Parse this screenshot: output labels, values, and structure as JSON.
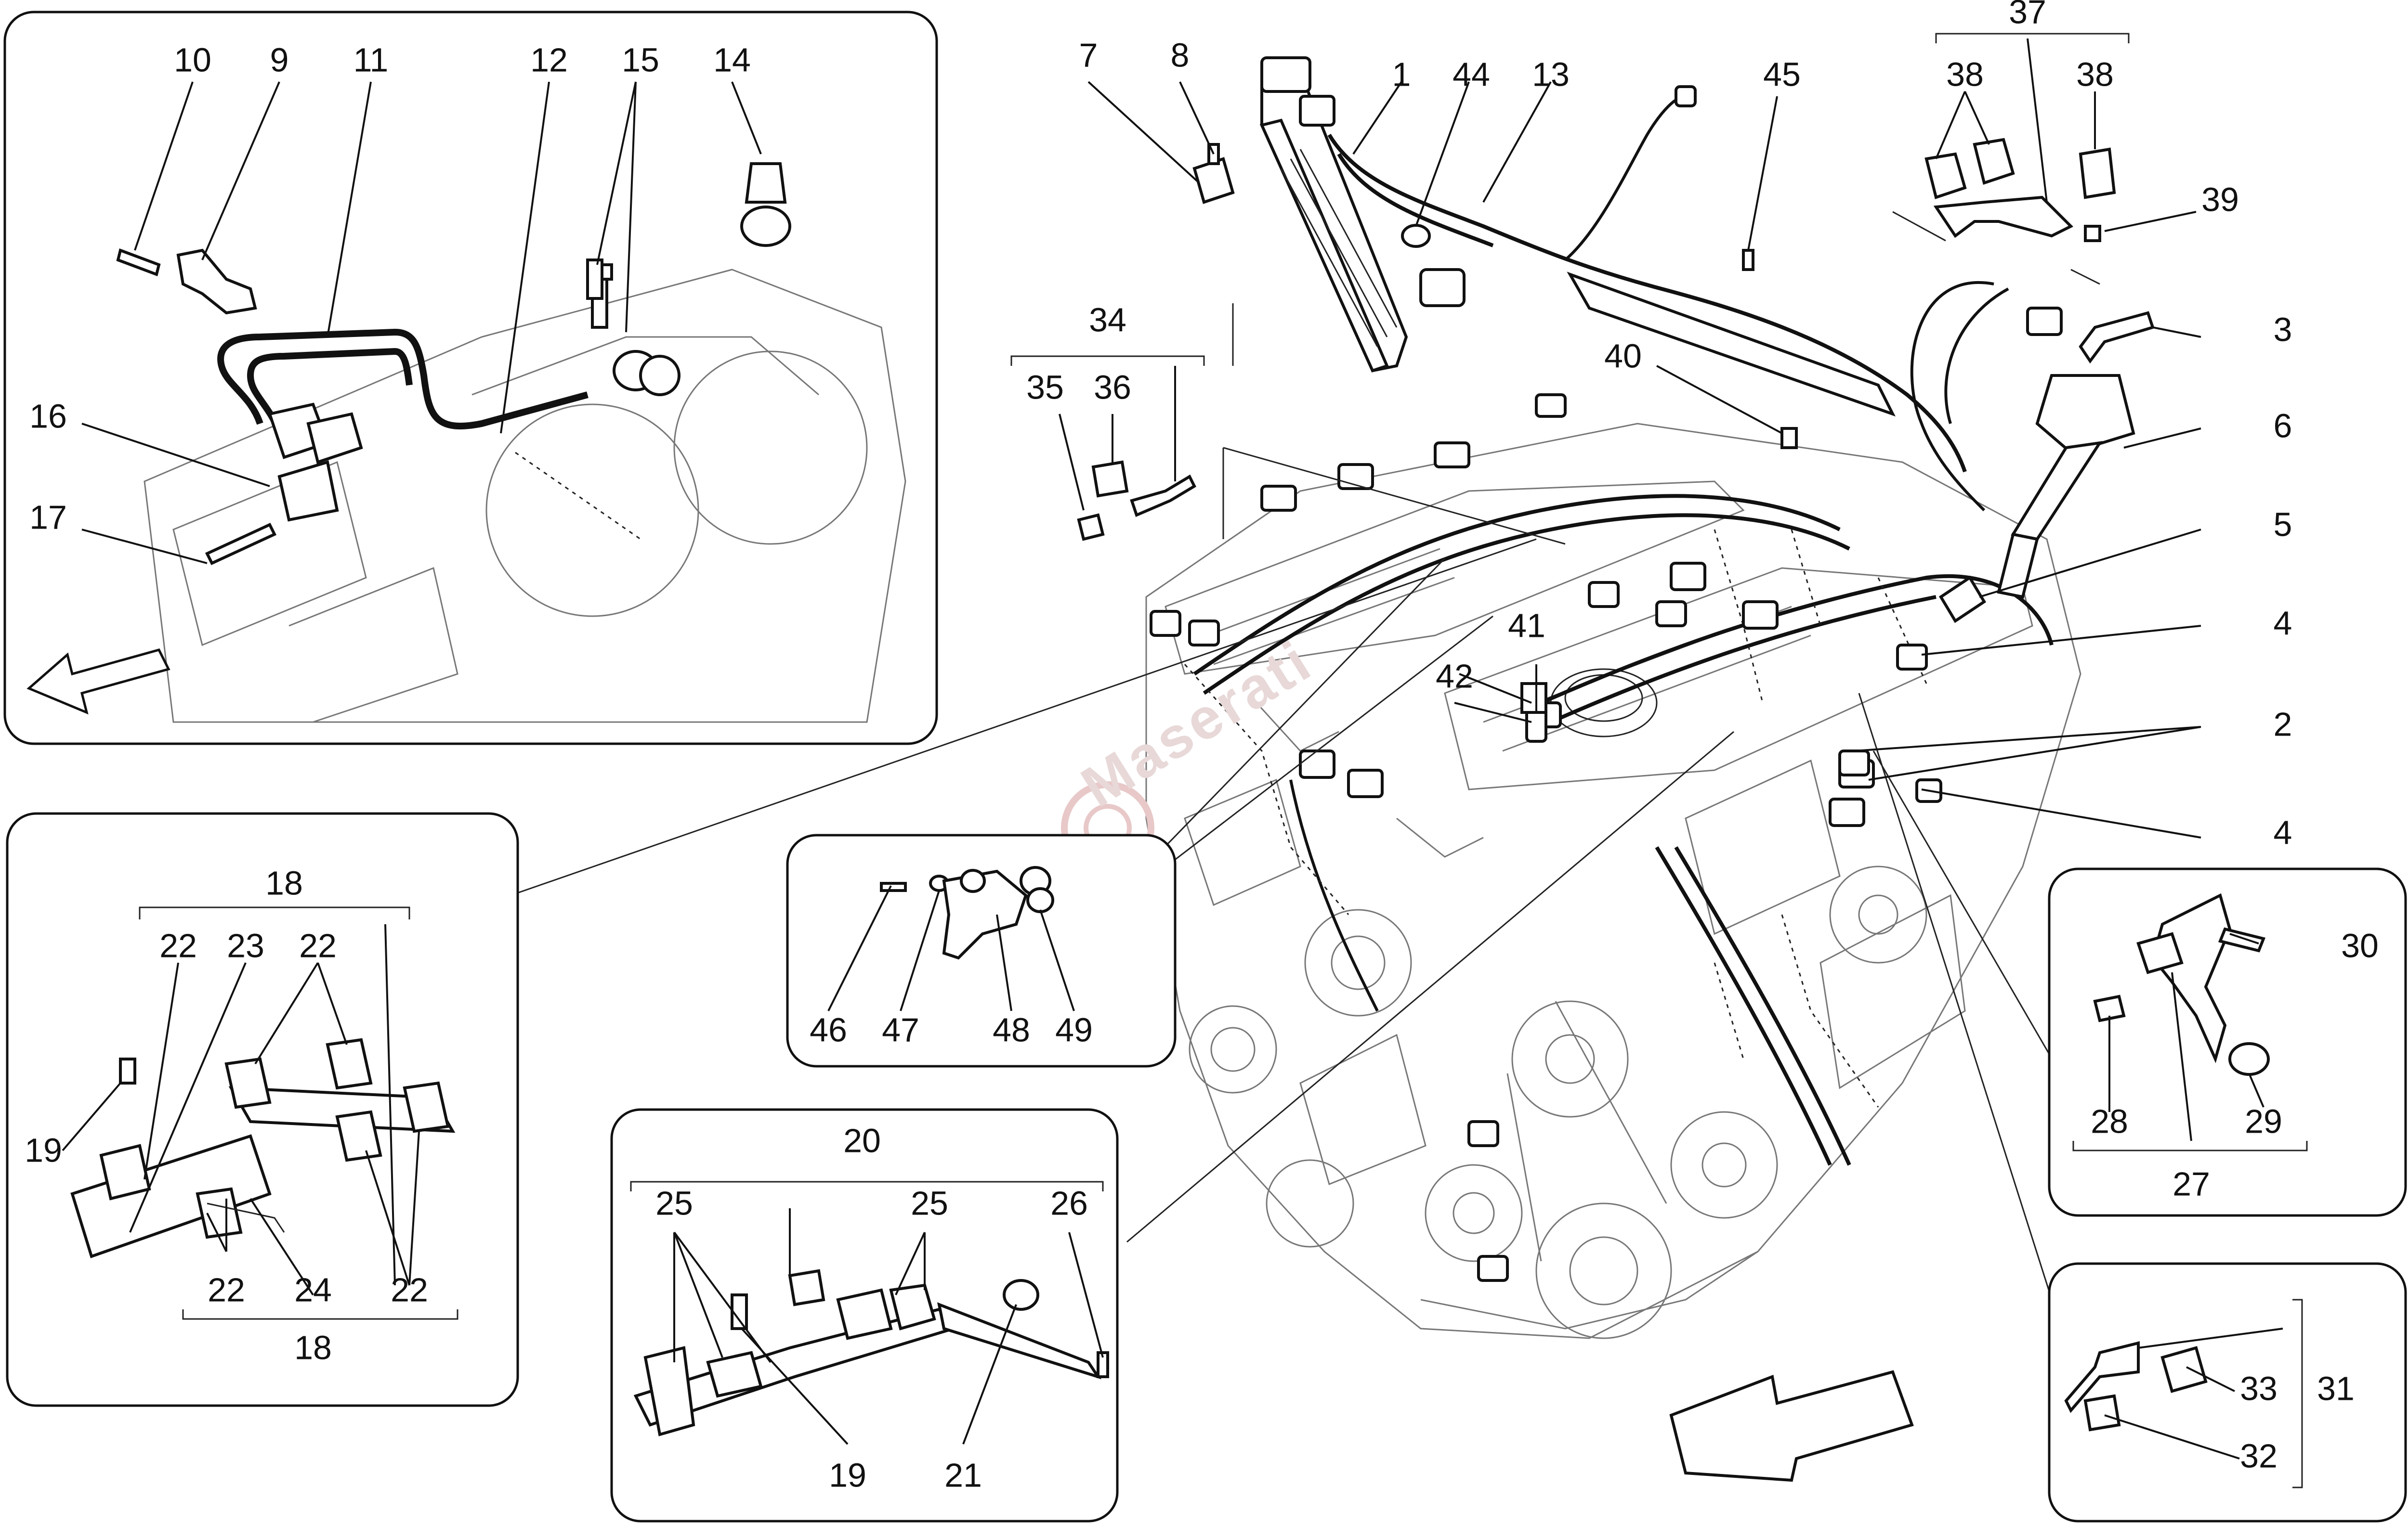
{
  "watermark": "Maserati",
  "callouts": {
    "c1": "1",
    "c2": "2",
    "c3": "3",
    "c4": "4",
    "c5": "5",
    "c6": "6",
    "c7": "7",
    "c8": "8",
    "c9": "9",
    "c10": "10",
    "c11": "11",
    "c12": "12",
    "c13": "13",
    "c14": "14",
    "c15": "15",
    "c16": "16",
    "c17": "17",
    "c18": "18",
    "c19": "19",
    "c20": "20",
    "c21": "21",
    "c22": "22",
    "c23": "23",
    "c24": "24",
    "c25": "25",
    "c26": "26",
    "c27": "27",
    "c28": "28",
    "c29": "29",
    "c30": "30",
    "c31": "31",
    "c32": "32",
    "c33": "33",
    "c34": "34",
    "c35": "35",
    "c36": "36",
    "c37": "37",
    "c38": "38",
    "c39": "39",
    "c40": "40",
    "c41": "41",
    "c42": "42",
    "c44": "44",
    "c45": "45",
    "c46": "46",
    "c47": "47",
    "c48": "48",
    "c49": "49"
  },
  "direction_arrows": [
    "front-arrow-inset",
    "front-arrow-main"
  ]
}
